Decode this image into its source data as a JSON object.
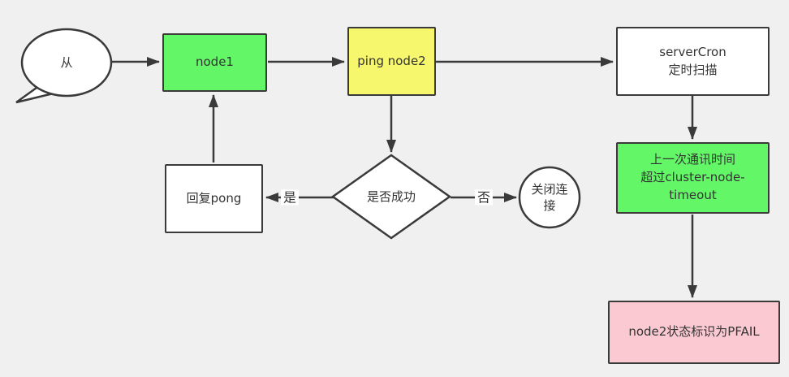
{
  "diagram": {
    "title": "redis cluster node failure detection flowchart",
    "background_color": "#f0f0f0",
    "line_color": "#3a3a3a",
    "nodes": {
      "start_bubble": {
        "shape": "speech-bubble",
        "label": "从",
        "fill": "#ffffff"
      },
      "node1": {
        "shape": "rect",
        "label": "node1",
        "fill": "#63f768"
      },
      "ping_node2": {
        "shape": "rect",
        "label": "ping node2",
        "fill": "#f7f76d"
      },
      "server_cron": {
        "shape": "rect",
        "line1": "serverCron",
        "line2": "定时扫描",
        "fill": "#ffffff"
      },
      "timeout_check": {
        "shape": "rect",
        "line1": "上一次通讯时间",
        "line2": "超过cluster-node-timeout",
        "fill": "#63f768"
      },
      "pfail": {
        "shape": "rect",
        "label": "node2状态标识为PFAIL",
        "fill": "#fbc9d2"
      },
      "reply_pong": {
        "shape": "rect",
        "label": "回复pong",
        "fill": "#ffffff"
      },
      "is_success": {
        "shape": "diamond",
        "label": "是否成功",
        "fill": "#ffffff"
      },
      "close_connection": {
        "shape": "circle",
        "label": "关闭连接",
        "fill": "#ffffff"
      }
    },
    "edge_labels": {
      "yes": "是",
      "no": "否"
    }
  }
}
